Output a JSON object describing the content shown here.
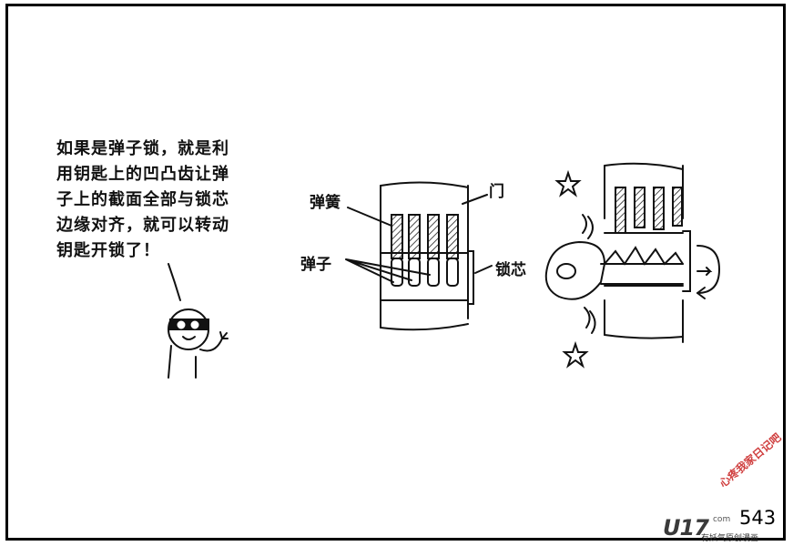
{
  "speech": {
    "lines": [
      "如果是弹子锁，就是利",
      "用钥匙上的凹凸齿让弹",
      "子上的截面全部与锁芯",
      "边缘对齐，就可以转动",
      "钥匙开锁了！"
    ]
  },
  "labels": {
    "spring": "弹簧",
    "door": "门",
    "pin": "弹子",
    "cylinder": "锁芯"
  },
  "page_number": "543",
  "watermark": {
    "brand": "U17",
    "com": "com",
    "slogan": "有妖气原创漫画",
    "stamp": "心疼我家日记吧"
  }
}
